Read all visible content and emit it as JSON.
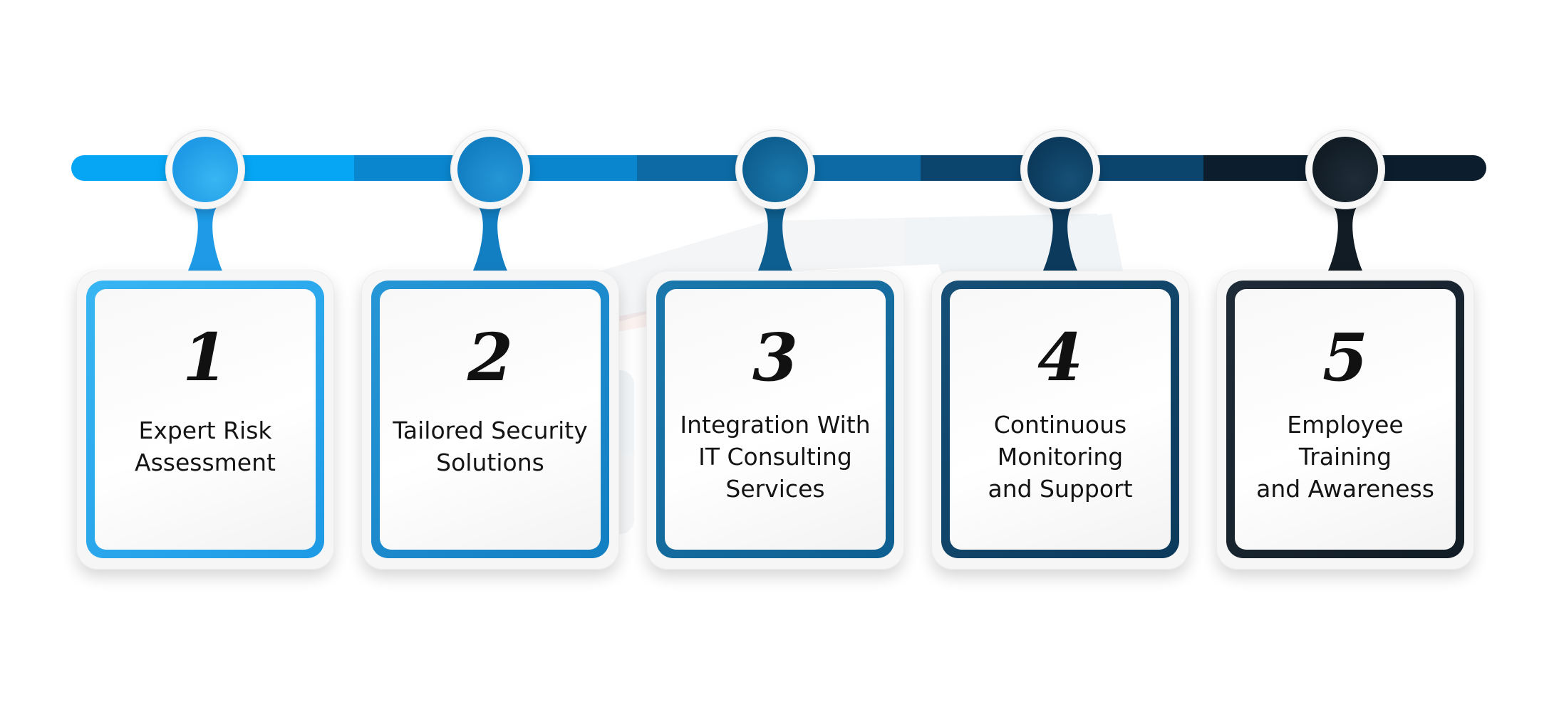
{
  "diagram": {
    "steps": [
      {
        "number": "1",
        "label": "Expert Risk\nAssessment",
        "color": "#1e9ae6",
        "color_light": "#38b6f2"
      },
      {
        "number": "2",
        "label": "Tailored Security\nSolutions",
        "color": "#137fc3",
        "color_light": "#2596d6"
      },
      {
        "number": "3",
        "label": "Integration With\nIT Consulting\nServices",
        "color": "#0e5f91",
        "color_light": "#1b78ac"
      },
      {
        "number": "4",
        "label": "Continuous\nMonitoring\nand Support",
        "color": "#0b3a5c",
        "color_light": "#164f76"
      },
      {
        "number": "5",
        "label": "Employee\nTraining\nand Awareness",
        "color": "#111c25",
        "color_light": "#1f2c38"
      }
    ],
    "track_colors": [
      "#06a6f5",
      "#0a86cf",
      "#0d6aa4",
      "#0b456e",
      "#0c1e2d"
    ]
  }
}
